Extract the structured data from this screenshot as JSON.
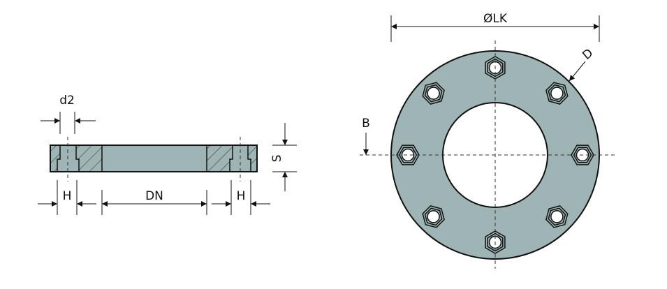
{
  "labels": {
    "d2": "d2",
    "h_left": "H",
    "dn": "DN",
    "h_right": "H",
    "s": "S",
    "lk": "ØLK",
    "d": "D",
    "b": "B"
  },
  "colors": {
    "fill": "#9fb5b5",
    "line": "#111111"
  },
  "bolt_count": 8
}
